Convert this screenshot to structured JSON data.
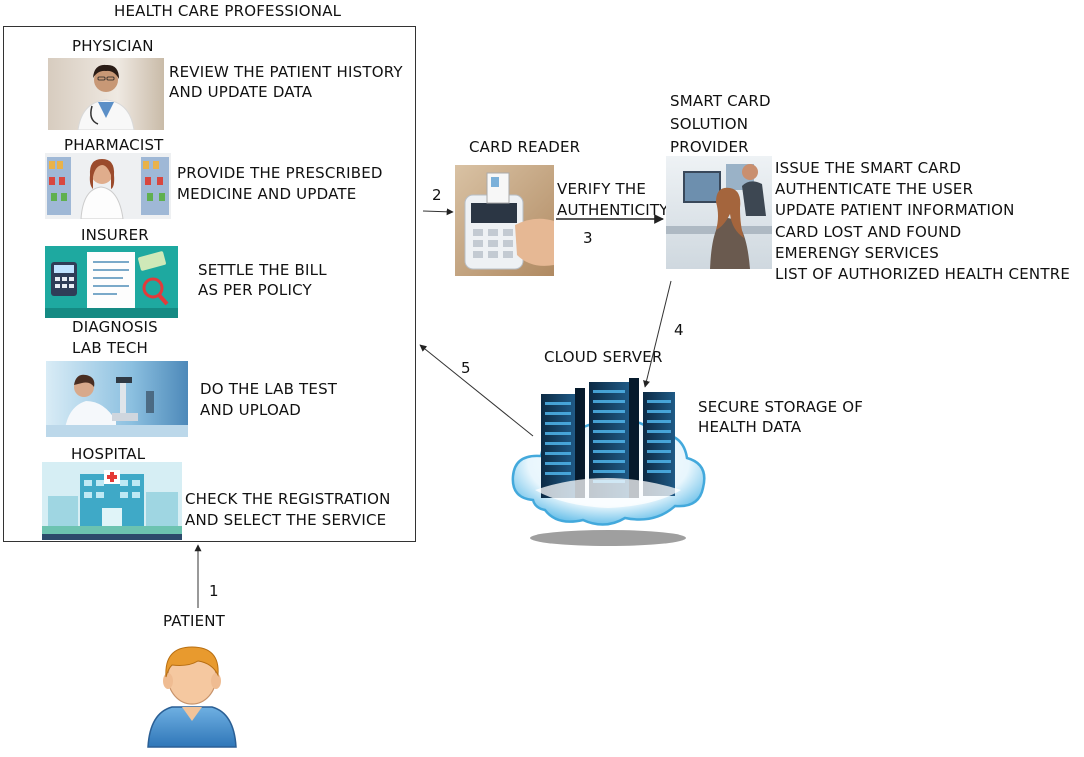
{
  "hcp": {
    "title": "HEALTH CARE PROFESSIONAL",
    "roles": [
      {
        "name": "PHYSICIAN",
        "lines": [
          "REVIEW THE PATIENT HISTORY",
          "AND UPDATE DATA"
        ]
      },
      {
        "name": "PHARMACIST",
        "lines": [
          "PROVIDE THE PRESCRIBED",
          "MEDICINE AND UPDATE"
        ]
      },
      {
        "name": "INSURER",
        "lines": [
          "SETTLE THE BILL",
          "AS PER POLICY"
        ]
      },
      {
        "name_lines": [
          "DIAGNOSIS",
          "LAB TECH"
        ],
        "lines": [
          "DO THE LAB TEST",
          "AND UPLOAD"
        ]
      },
      {
        "name": "HOSPITAL",
        "lines": [
          "CHECK THE REGISTRATION",
          "AND SELECT THE SERVICE"
        ]
      }
    ]
  },
  "card_reader": {
    "title": "CARD READER",
    "lines": [
      "VERIFY THE",
      "AUTHENTICITY"
    ]
  },
  "provider": {
    "title_lines": [
      "SMART CARD",
      "SOLUTION",
      "PROVIDER"
    ],
    "services": [
      "ISSUE THE SMART CARD",
      "AUTHENTICATE THE USER",
      "UPDATE PATIENT INFORMATION",
      "CARD LOST AND FOUND",
      "EMERENGY SERVICES",
      "LIST OF AUTHORIZED HEALTH CENTRE"
    ]
  },
  "cloud": {
    "title": "CLOUD SERVER",
    "lines": [
      "SECURE STORAGE OF",
      "HEALTH DATA"
    ]
  },
  "patient": {
    "title": "PATIENT"
  },
  "arrows": {
    "a1": "1",
    "a2": "2",
    "a3": "3",
    "a4": "4",
    "a5": "5"
  }
}
